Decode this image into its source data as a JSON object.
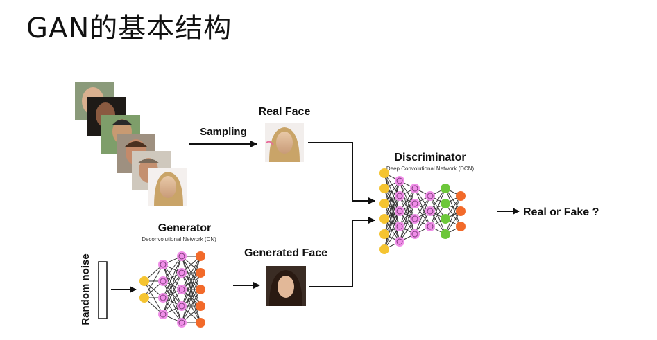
{
  "title": "GAN的基本结构",
  "labels": {
    "real_face": "Real Face",
    "sampling": "Sampling",
    "discriminator": "Discriminator",
    "discriminator_sub": "Deep Convolutional Network (DCN)",
    "generator": "Generator",
    "generator_sub": "Deconvolutional Network (DN)",
    "generated_face": "Generated Face",
    "random_noise": "Random noise",
    "output": "Real or Fake ?"
  },
  "colors": {
    "input_node": "#f5c431",
    "hidden_node": "#f08ee8",
    "green_node": "#6cc73a",
    "output_node": "#f26a2a",
    "edge": "#333333"
  },
  "networks": {
    "generator_layers": [
      2,
      4,
      5,
      5
    ],
    "discriminator_layers": [
      6,
      5,
      4,
      3,
      4,
      3
    ]
  }
}
